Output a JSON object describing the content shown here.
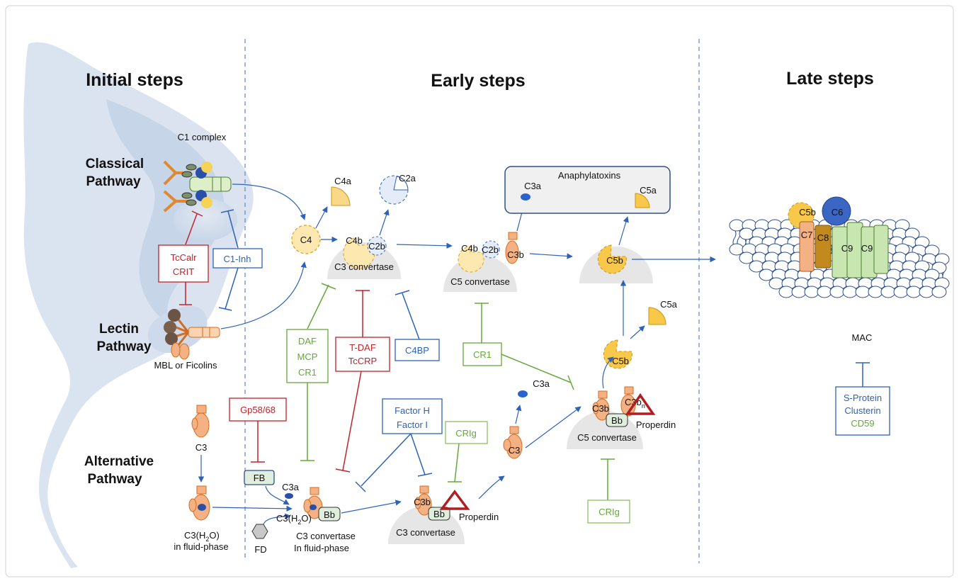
{
  "sections": {
    "initial": "Initial steps",
    "early": "Early steps",
    "late": "Late steps"
  },
  "pathways": {
    "classical_line1": "Classical",
    "classical_line2": "Pathway",
    "lectin_line1": "Lectin",
    "lectin_line2": "Pathway",
    "alternative_line1": "Alternative",
    "alternative_line2": "Pathway"
  },
  "labels": {
    "c1_complex": "C1 complex",
    "mbl_ficolins": "MBL or Ficolins",
    "c4": "C4",
    "c4a": "C4a",
    "c2a": "C2a",
    "c4b": "C4b",
    "c2b": "C2b",
    "c3_convertase": "C3 convertase",
    "c5_convertase": "C5 convertase",
    "c3b": "C3b",
    "c3a": "C3a",
    "c5a": "C5a",
    "c5b": "C5b",
    "anaphylatoxins": "Anaphylatoxins",
    "c3": "C3",
    "c3h2o_main": "C3(H",
    "c3h2o_sub": "2",
    "c3h2o_end": "O)",
    "in_fluid_phase": "in fluid-phase",
    "fb": "FB",
    "fd": "FD",
    "bb": "Bb",
    "c3_convertase_line1": "C3 convertase",
    "c3_convertase_line2": "In fluid-phase",
    "properdin": "Properdin",
    "c3bn_main": "C3b",
    "c3bn_sub": "n",
    "mac": "MAC",
    "c6": "C6",
    "c7": "C7",
    "c8": "C8",
    "c9a": "C9",
    "c9b": "C9"
  },
  "regulators": {
    "tccalr": "TcCalr",
    "crit": "CRIT",
    "c1inh": "C1-Inh",
    "daf": "DAF",
    "mcp": "MCP",
    "cr1": "CR1",
    "tdaf": "T-DAF",
    "tccrp": "TcCRP",
    "c4bp": "C4BP",
    "cr1_b": "CR1",
    "gp58": "Gp58/68",
    "factor_h": "Factor H",
    "factor_i": "Factor I",
    "crig_a": "CRIg",
    "crig_b": "CRIg",
    "s_protein": "S-Protein",
    "clusterin": "Clusterin",
    "cd59": "CD59"
  },
  "colors": {
    "blue": "#2e62b8",
    "red": "#c0242a",
    "green": "#66a83a",
    "orange": "#f4b183",
    "yellow": "#f5c75a",
    "grey": "#e6e6e6"
  }
}
